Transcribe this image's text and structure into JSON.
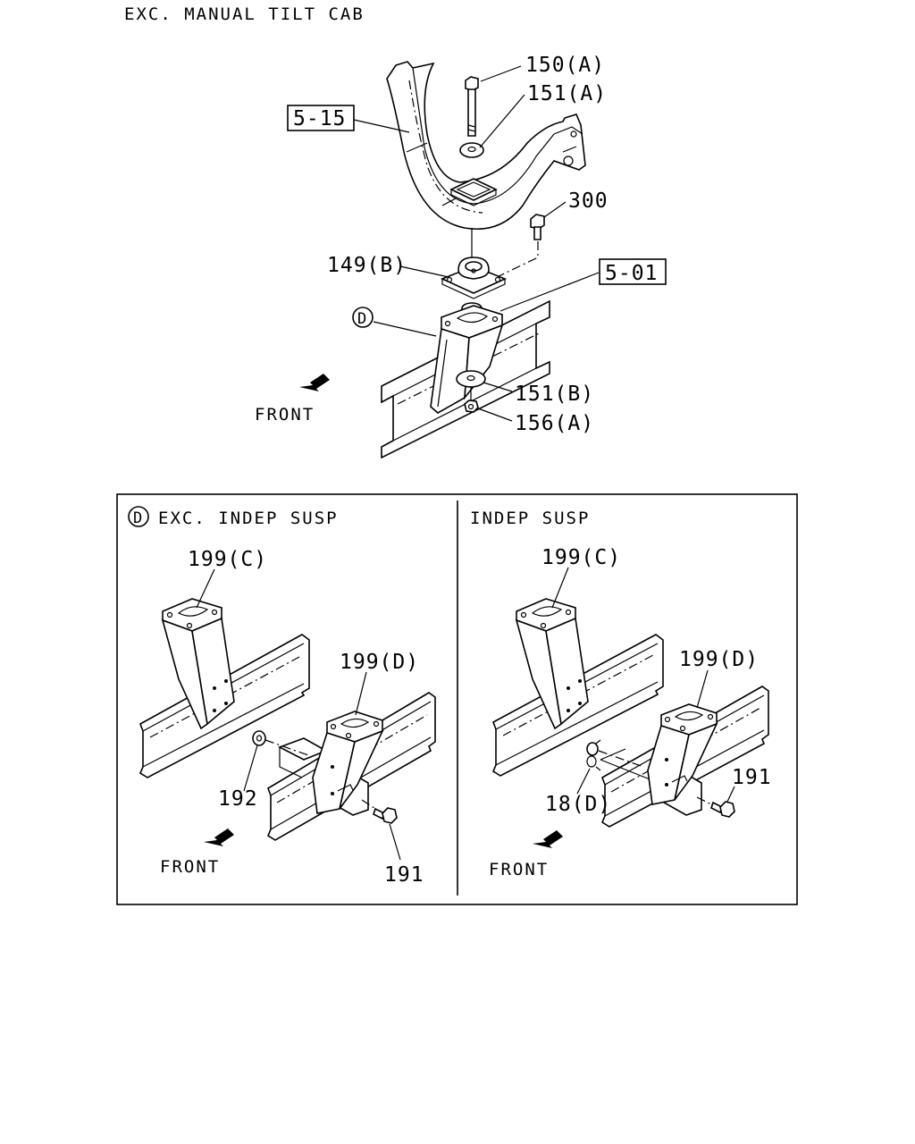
{
  "title": "EXC. MANUAL TILT CAB",
  "top": {
    "labels": {
      "p150a": "150(A)",
      "p151a": "151(A)",
      "ref515": "5-15",
      "p300": "300",
      "p149b": "149(B)",
      "ref501": "5-01",
      "markerD": "D",
      "p151b": "151(B)",
      "p156a": "156(A)",
      "front": "FRONT"
    }
  },
  "detail": {
    "left": {
      "marker": "D",
      "title": "EXC. INDEP SUSP",
      "labels": {
        "p199c": "199(C)",
        "p199d": "199(D)",
        "p192": "192",
        "p191": "191",
        "front": "FRONT"
      }
    },
    "right": {
      "title": "INDEP SUSP",
      "labels": {
        "p199c": "199(C)",
        "p199d": "199(D)",
        "p191": "191",
        "p18d": "18(D)",
        "front": "FRONT"
      }
    }
  }
}
